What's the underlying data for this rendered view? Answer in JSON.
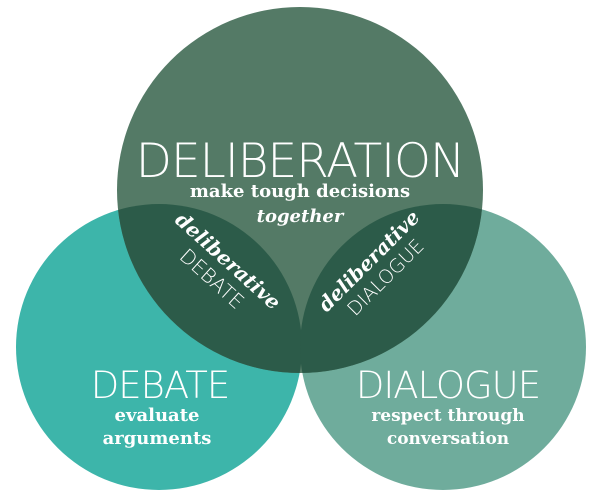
{
  "colors": {
    "deliberation": "#547a66",
    "debate": "#3db5aa",
    "dialogue": "#6fac9c",
    "overlap": "#2c5b49",
    "text": "#ffffff"
  },
  "deliberation": {
    "title": "DELIBERATION",
    "subtitle_line1": "make tough decisions",
    "subtitle_line2": "together"
  },
  "debate": {
    "title": "DEBATE",
    "subtitle_line1": "evaluate",
    "subtitle_line2": "arguments"
  },
  "dialogue": {
    "title": "DIALOGUE",
    "subtitle_line1": "respect through",
    "subtitle_line2": "conversation"
  },
  "deliberative_debate": {
    "line1": "deliberative",
    "line2": "DEBATE"
  },
  "deliberative_dialogue": {
    "line1": "deliberative",
    "line2": "DIALOGUE"
  }
}
